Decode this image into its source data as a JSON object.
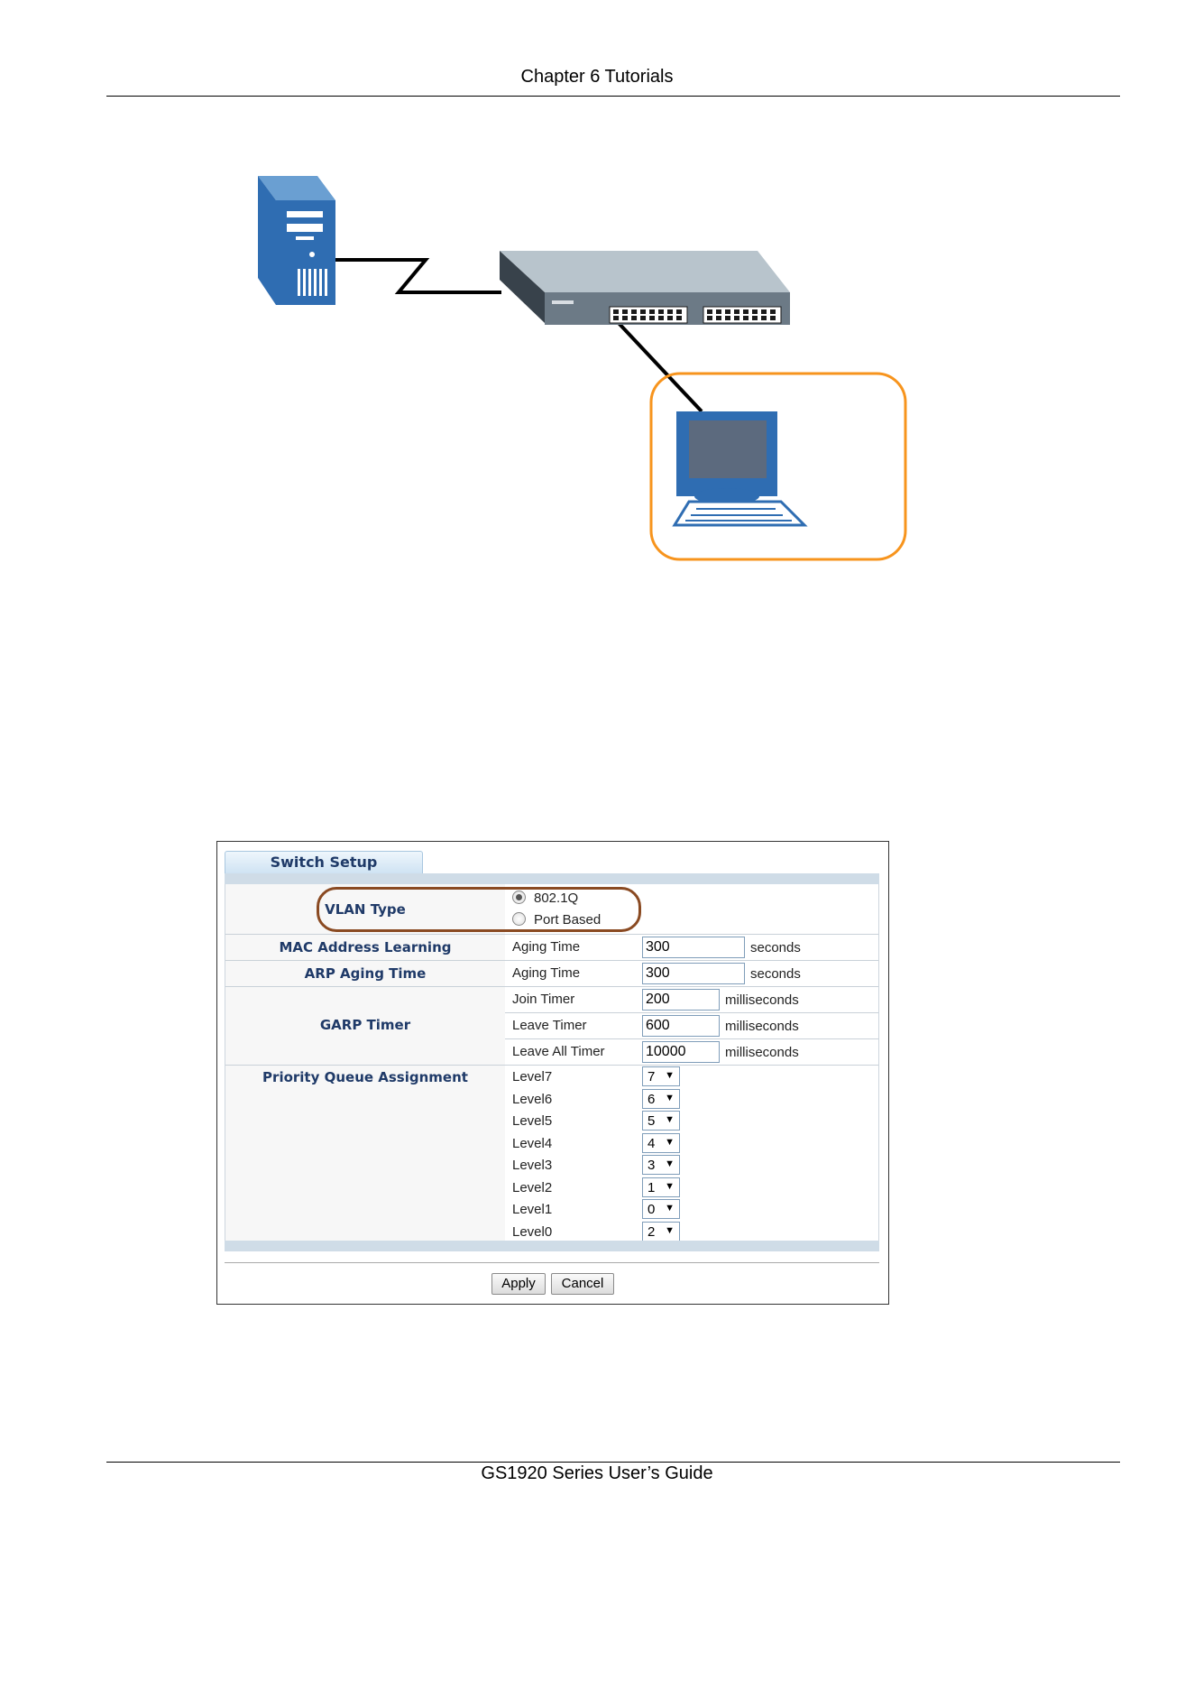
{
  "page": {
    "header": "Chapter 6 Tutorials",
    "footer": "GS1920 Series User’s Guide"
  },
  "diagram": {
    "nodes": [
      {
        "icon": "server-icon"
      },
      {
        "icon": "switch-icon"
      },
      {
        "icon": "computer-icon",
        "highlight_color": "#f7941d"
      }
    ]
  },
  "screen": {
    "tab_title": "Switch Setup",
    "vlan_type": {
      "label": "VLAN Type",
      "options": [
        "802.1Q",
        "Port Based"
      ],
      "selected": "802.1Q"
    },
    "mac_learning": {
      "label": "MAC Address Learning",
      "field": "Aging Time",
      "value": "300",
      "unit": "seconds"
    },
    "arp_aging": {
      "label": "ARP Aging Time",
      "field": "Aging Time",
      "value": "300",
      "unit": "seconds"
    },
    "garp": {
      "label": "GARP Timer",
      "rows": [
        {
          "field": "Join Timer",
          "value": "200",
          "unit": "milliseconds"
        },
        {
          "field": "Leave Timer",
          "value": "600",
          "unit": "milliseconds"
        },
        {
          "field": "Leave All Timer",
          "value": "10000",
          "unit": "milliseconds"
        }
      ]
    },
    "priority_queue": {
      "label": "Priority Queue Assignment",
      "levels": [
        {
          "name": "Level7",
          "value": "7"
        },
        {
          "name": "Level6",
          "value": "6"
        },
        {
          "name": "Level5",
          "value": "5"
        },
        {
          "name": "Level4",
          "value": "4"
        },
        {
          "name": "Level3",
          "value": "3"
        },
        {
          "name": "Level2",
          "value": "1"
        },
        {
          "name": "Level1",
          "value": "0"
        },
        {
          "name": "Level0",
          "value": "2"
        }
      ]
    },
    "apply_label": "Apply",
    "cancel_label": "Cancel",
    "highlight_color": "#8a4a22"
  }
}
